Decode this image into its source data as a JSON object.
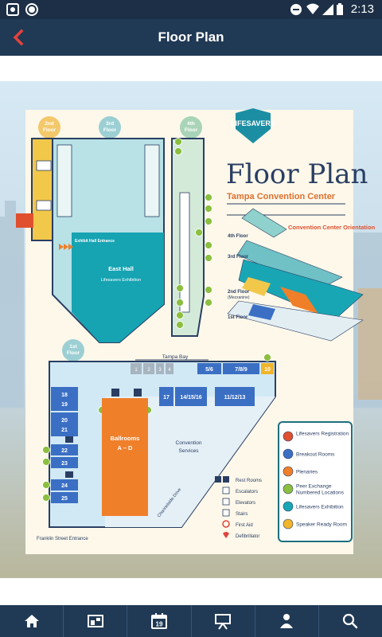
{
  "status": {
    "time": "2:13"
  },
  "header": {
    "title": "Floor Plan"
  },
  "map": {
    "logo": "LIFESAVERS",
    "title": "Floor Plan",
    "subtitle": "Tampa Convention Center",
    "orientation": "Convention Center Orientation",
    "floors": {
      "f2": "2nd Floor",
      "f3": "3rd Floor",
      "f4": "4th Floor",
      "f1": "1st Floor"
    },
    "iso_labels": {
      "f4": "4th Floor",
      "f3": "3rd Floor",
      "f2": "2nd Floor",
      "f2b": "(Mezzanine)",
      "f1": "1st Floor"
    },
    "east_hall": "East Hall",
    "east_hall_sub": "Lifesavers Exhibition",
    "exhibit_entrance": "Exhibit Hall Entrance",
    "tampa_bay": "Tampa Bay",
    "ballrooms": "Ballrooms A–D",
    "convention_services": "Convention Services",
    "channelside": "Channelside Drive",
    "franklin": "Franklin Street Entrance",
    "rooms_top": [
      "1",
      "2",
      "3",
      "4"
    ],
    "rooms_blue": [
      "5/6",
      "7/8/9"
    ],
    "room_10": "10",
    "rooms_mid": [
      "17",
      "14/15/16",
      "11/12/13"
    ],
    "rooms_left": [
      "18",
      "19",
      "20",
      "21",
      "22",
      "23",
      "24",
      "25"
    ],
    "legend": [
      {
        "label": "Lifesavers Registration",
        "color": "#e0502e"
      },
      {
        "label": "Breakout Rooms",
        "color": "#3b6fc4"
      },
      {
        "label": "Plenaries",
        "color": "#f07f2a"
      },
      {
        "label": "Peer Exchange Numbered Locations",
        "color": "#8cbf3f"
      },
      {
        "label": "Lifesavers Exhibition",
        "color": "#19a6b4"
      },
      {
        "label": "Speaker Ready Room",
        "color": "#f0b52a"
      }
    ],
    "amenities": [
      "Rest Rooms",
      "Escalators",
      "Elevators",
      "Stairs",
      "First Aid",
      "Defibrillator"
    ]
  },
  "nav": {
    "items": [
      "home-icon",
      "map-icon",
      "calendar-icon",
      "presentation-icon",
      "speaker-icon",
      "search-icon"
    ],
    "calendar_day": "19"
  }
}
